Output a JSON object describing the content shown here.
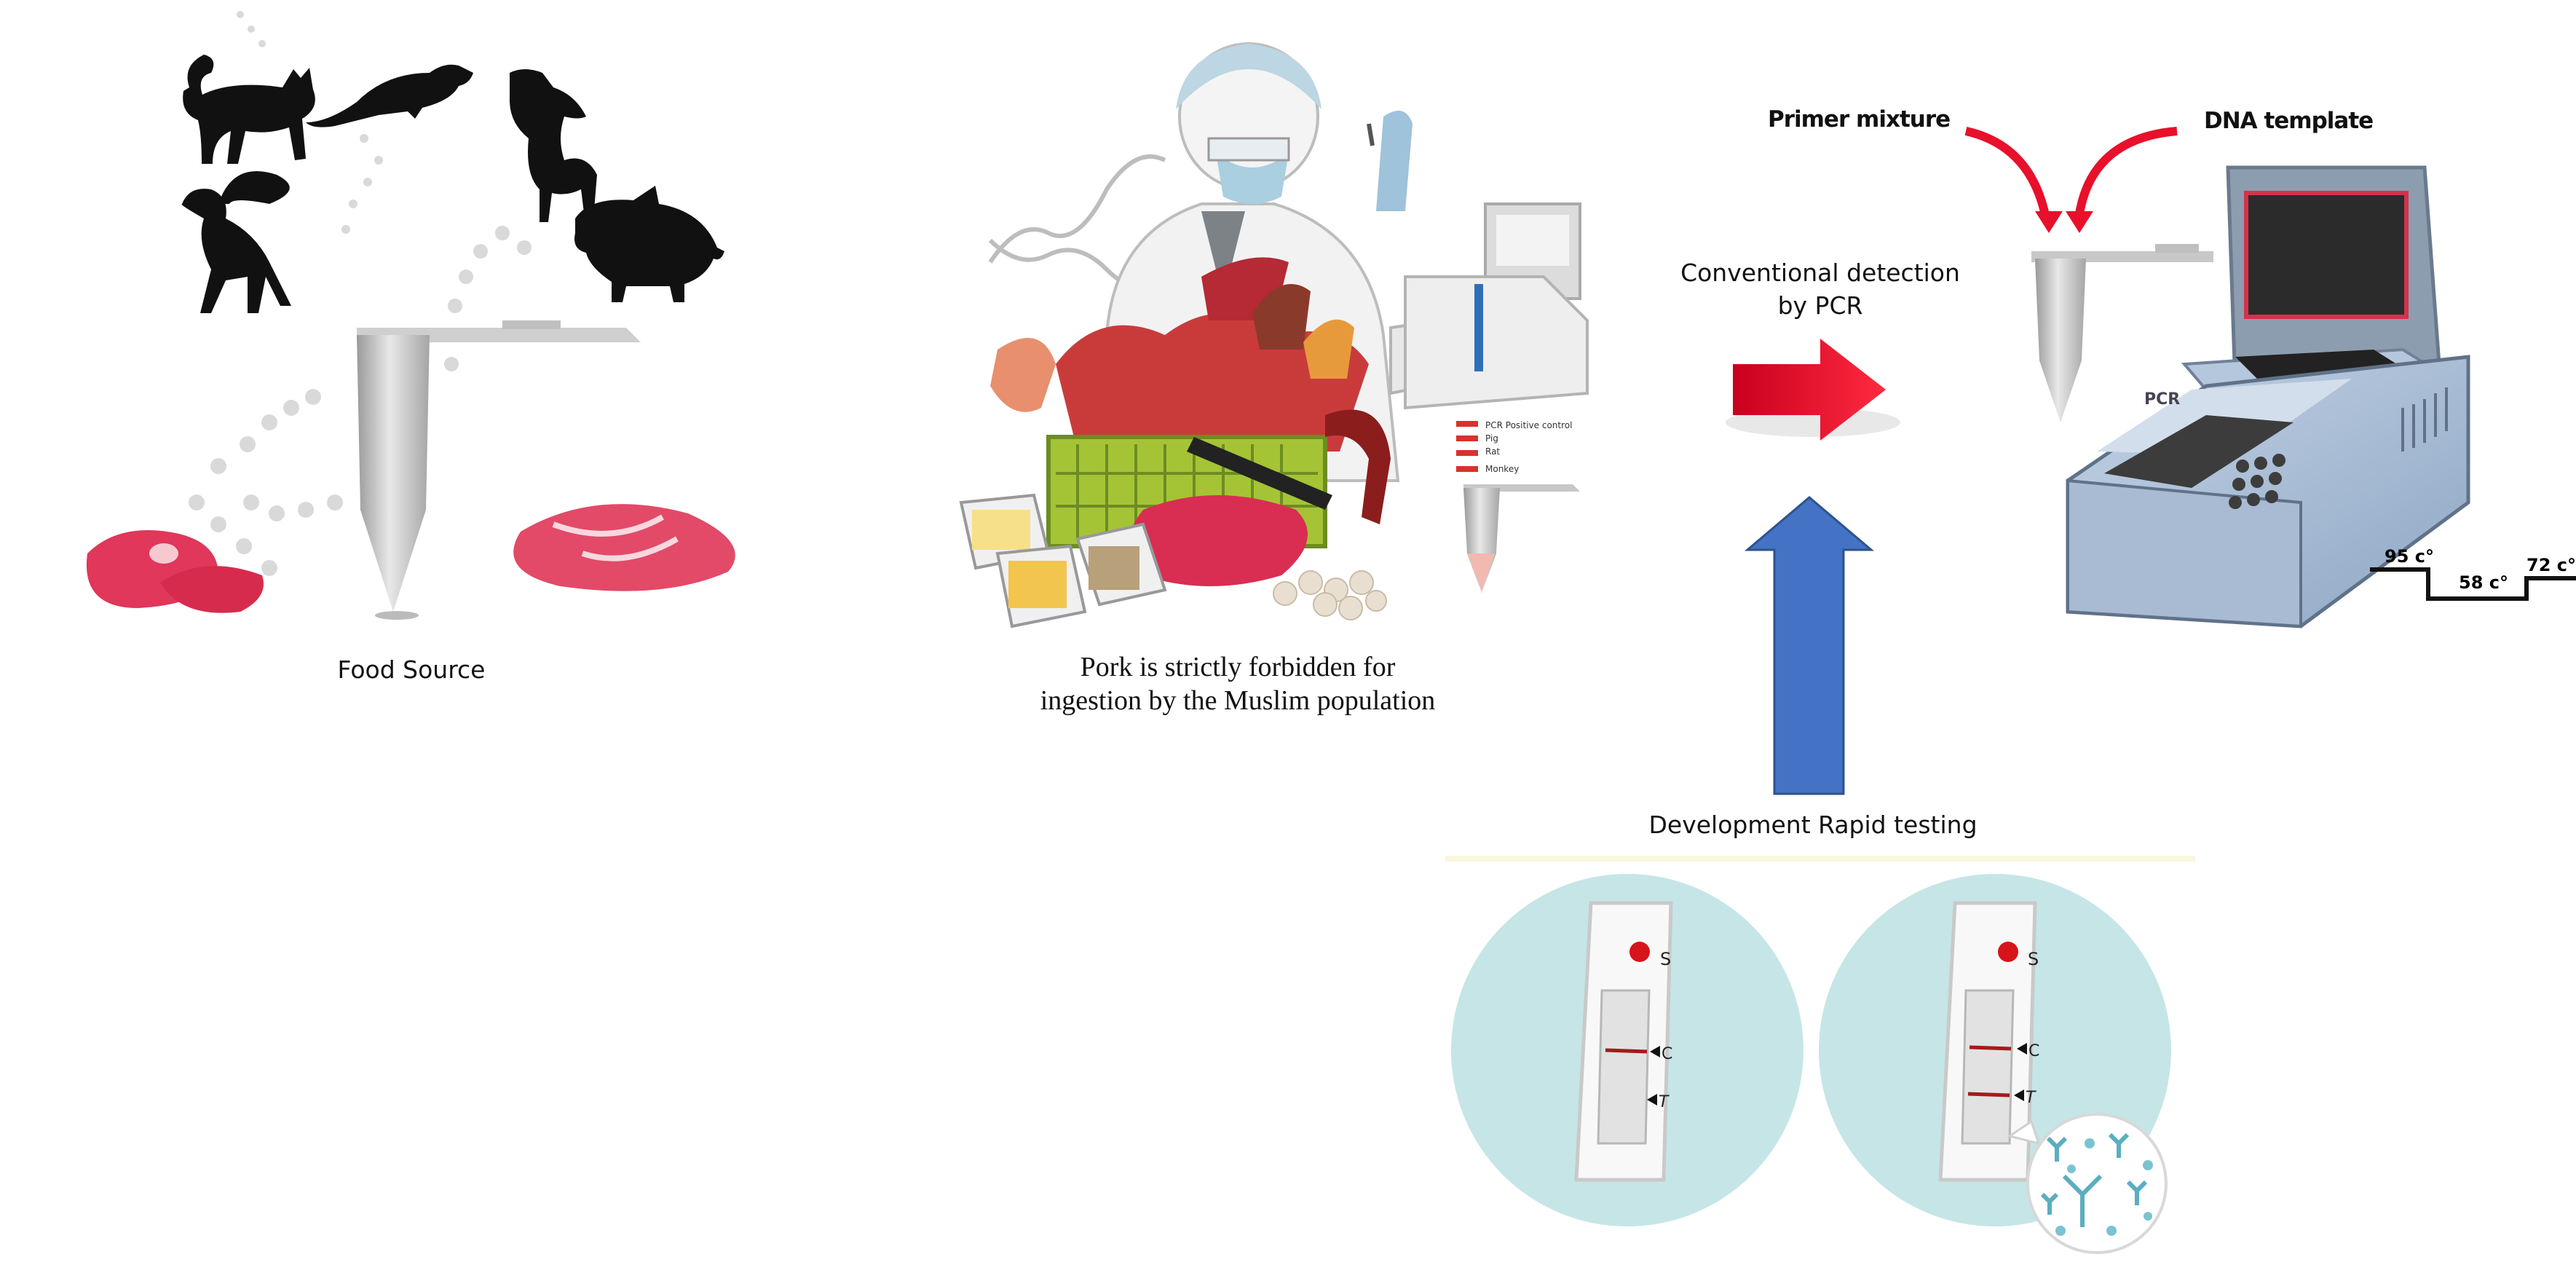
{
  "food_source": {
    "caption": "Food Source",
    "animals": [
      "cat-silhouette",
      "rat-silhouette",
      "dog-silhouette",
      "monkey-silhouette",
      "pig-silhouette"
    ]
  },
  "halal": {
    "caption_line1": "Pork is strictly forbidden for",
    "caption_line2": "ingestion by the Muslim population",
    "gel_labels": [
      "PCR Positive control",
      "Pig",
      "Rat",
      "Monkey"
    ]
  },
  "pcr": {
    "arrow_label_line1": "Conventional detection",
    "arrow_label_line2": "by PCR",
    "primer_label": "Primer mixture",
    "template_label": "DNA template",
    "machine_label": "PCR",
    "temps": [
      "95 c°",
      "58 c°",
      "72 c°"
    ]
  },
  "rapid": {
    "caption": "Development Rapid testing",
    "strip_labels": [
      "S",
      "C",
      "T"
    ]
  },
  "colors": {
    "red_arrow": "#e8102a",
    "blue_arrow": "#4472c4",
    "meat": "#e0375a",
    "circle_bg": "#c6e5e6"
  }
}
